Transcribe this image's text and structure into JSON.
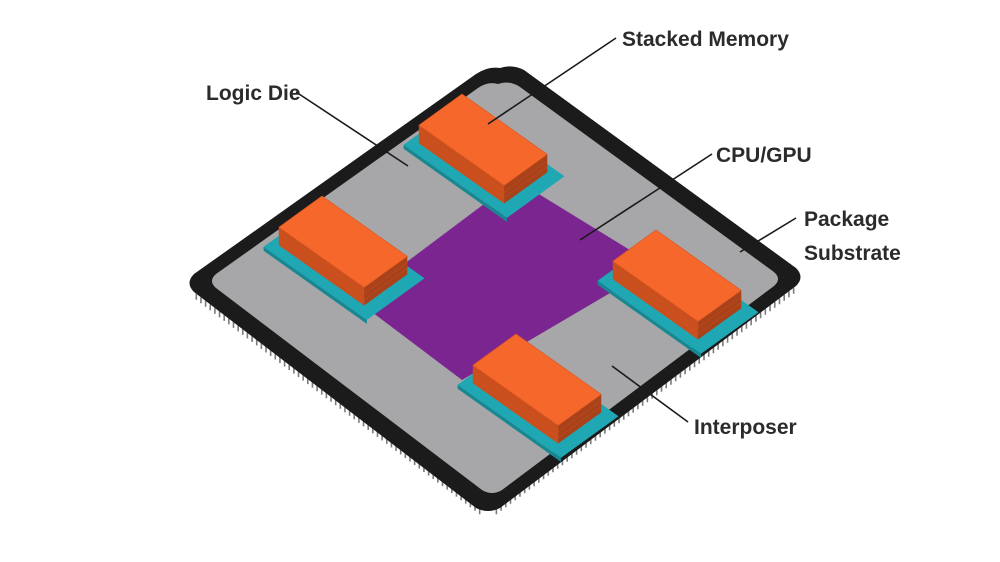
{
  "labels": {
    "stacked_memory": "Stacked Memory",
    "logic_die": "Logic Die",
    "cpu_gpu": "CPU/GPU",
    "package_substrate_line1": "Package",
    "package_substrate_line2": "Substrate",
    "interposer": "Interposer"
  },
  "colors": {
    "substrate": "#1b1b1b",
    "interposer": "#a7a7a9",
    "cpu_gpu": "#7b2591",
    "memory_top": "#f5672a",
    "memory_side": "#c94f1f",
    "logic_die": "#1fa8b4",
    "pins": "#7a7a7a"
  }
}
